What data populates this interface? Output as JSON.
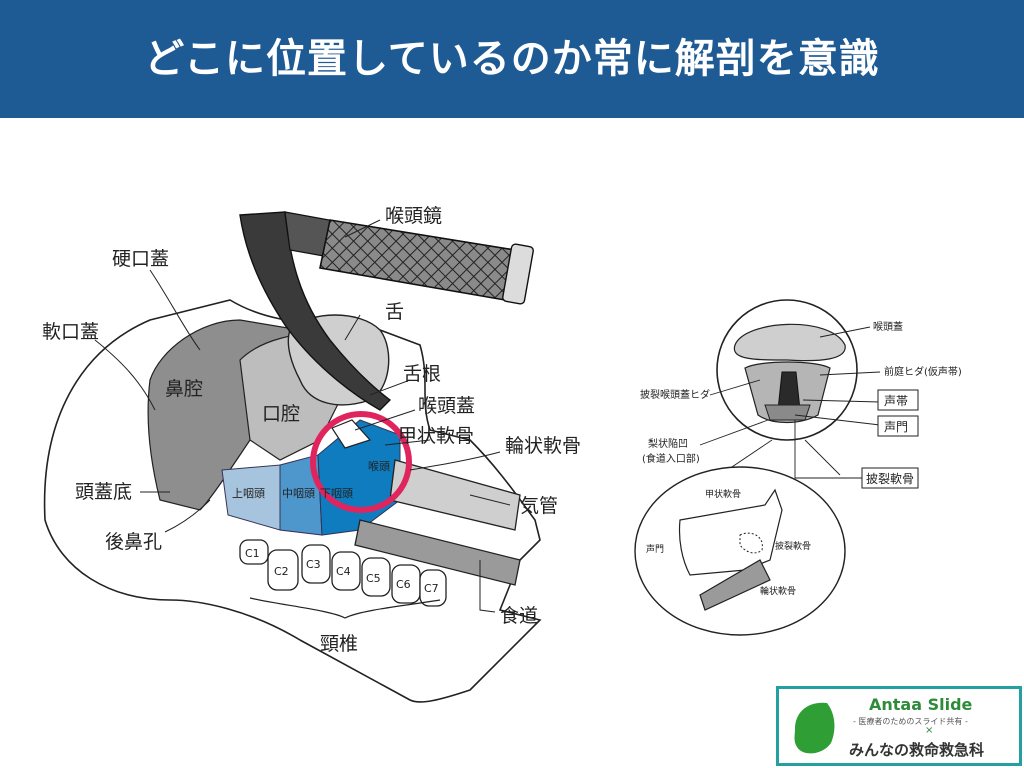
{
  "title": "どこに位置しているのか常に解剖を意識",
  "main_labels": {
    "laryngoscope": "喉頭鏡",
    "hard_palate": "硬口蓋",
    "soft_palate": "軟口蓋",
    "tongue": "舌",
    "tongue_root": "舌根",
    "nasal_cavity": "鼻腔",
    "oral_cavity": "口腔",
    "epiglottis": "喉頭蓋",
    "thyroid_cartilage": "甲状軟骨",
    "cricoid_cartilage": "輪状軟骨",
    "larynx": "喉頭",
    "trachea": "気管",
    "skull_base": "頭蓋底",
    "choana": "後鼻孔",
    "nasopharynx": "上咽頭",
    "oropharynx": "中咽頭",
    "hypopharynx": "下咽頭",
    "esophagus": "食道",
    "cervical_spine": "頸椎"
  },
  "vertebrae": [
    "C1",
    "C2",
    "C3",
    "C4",
    "C5",
    "C6",
    "C7"
  ],
  "inset_labels": {
    "epiglottis": "喉頭蓋",
    "vestibular_fold": "前庭ヒダ(仮声帯)",
    "aryepiglottic_fold": "披裂喉頭蓋ヒダ",
    "vocal_cord": "声帯",
    "glottis": "声門",
    "piriform_recess": "梨状陥凹",
    "piriform_note": "(食道入口部)",
    "arytenoid": "披裂軟骨",
    "thyroid": "甲状軟骨",
    "glottis2": "声門",
    "arytenoid2": "披裂軟骨",
    "cricoid": "輪状軟骨"
  },
  "colors": {
    "header": "#1e5a93",
    "nasopharynx_fill": "#a7c4de",
    "oropharynx_fill": "#4e97cd",
    "hypopharynx_fill": "#0f7cc0",
    "highlight_circle": "#e0245e"
  },
  "logo": {
    "brand": "Antaa Slide",
    "subtitle": "- 医療者のためのスライド共有 -",
    "cross": "×",
    "org": "みんなの救命救急科"
  }
}
